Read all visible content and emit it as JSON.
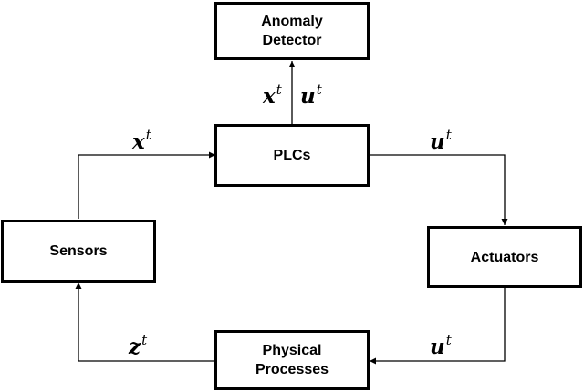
{
  "blocks": {
    "anomaly_detector": "Anomaly\nDetector",
    "plcs": "PLCs",
    "sensors": "Sensors",
    "actuators": "Actuators",
    "physical_processes": "Physical\nProcesses"
  },
  "signals": {
    "x": {
      "symbol": "x",
      "superscript": "t"
    },
    "u": {
      "symbol": "u",
      "superscript": "t"
    },
    "z": {
      "symbol": "z",
      "superscript": "t"
    }
  }
}
